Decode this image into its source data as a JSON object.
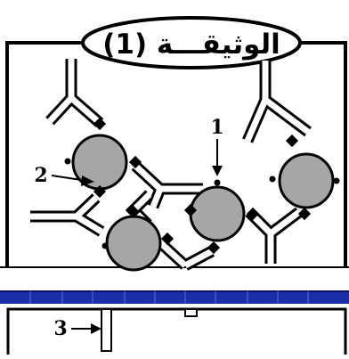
{
  "title": {
    "text": "الوثيقـــة (1)"
  },
  "labels": {
    "one": "1",
    "two": "2",
    "three": "3"
  },
  "colors": {
    "cell_fill": "#a6a6a6",
    "stroke": "#000000",
    "background": "#ffffff",
    "band_blue": "#1a2ea8"
  }
}
